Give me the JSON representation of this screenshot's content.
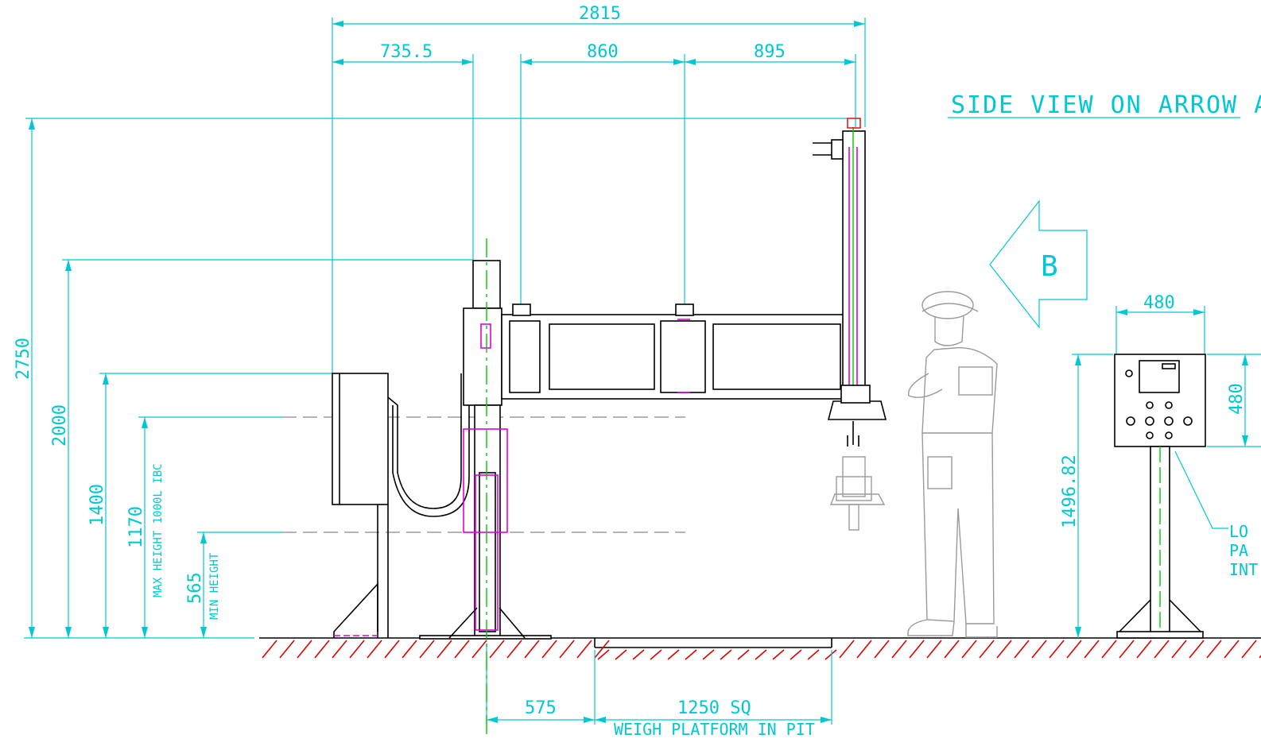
{
  "title": "SIDE VIEW ON ARROW A",
  "arrow_label": "B",
  "dimensions": {
    "overall_width": "2815",
    "d1": "735.5",
    "d2": "860",
    "d3": "895",
    "overall_height": "2750",
    "h_2000": "2000",
    "h_1400": "1400",
    "h_1170": "1170",
    "h_1170_note": "MAX HEIGHT 1000L IBC",
    "h_565": "565",
    "h_565_note": "MIN HEIGHT",
    "base_offset": "575",
    "platform": "1250 SQ",
    "platform_note": "WEIGH PLATFORM IN PIT",
    "panel_width": "480",
    "panel_height": "480",
    "panel_elevation": "1496.82"
  },
  "panel_note": [
    "LO",
    "PA",
    "INT"
  ],
  "colors": {
    "dimension": "#00c8d2",
    "outline": "#000000",
    "centerline": "#00c800",
    "detail": "#e000e0",
    "hatch": "#e00000",
    "person": "#9a9a9a"
  }
}
